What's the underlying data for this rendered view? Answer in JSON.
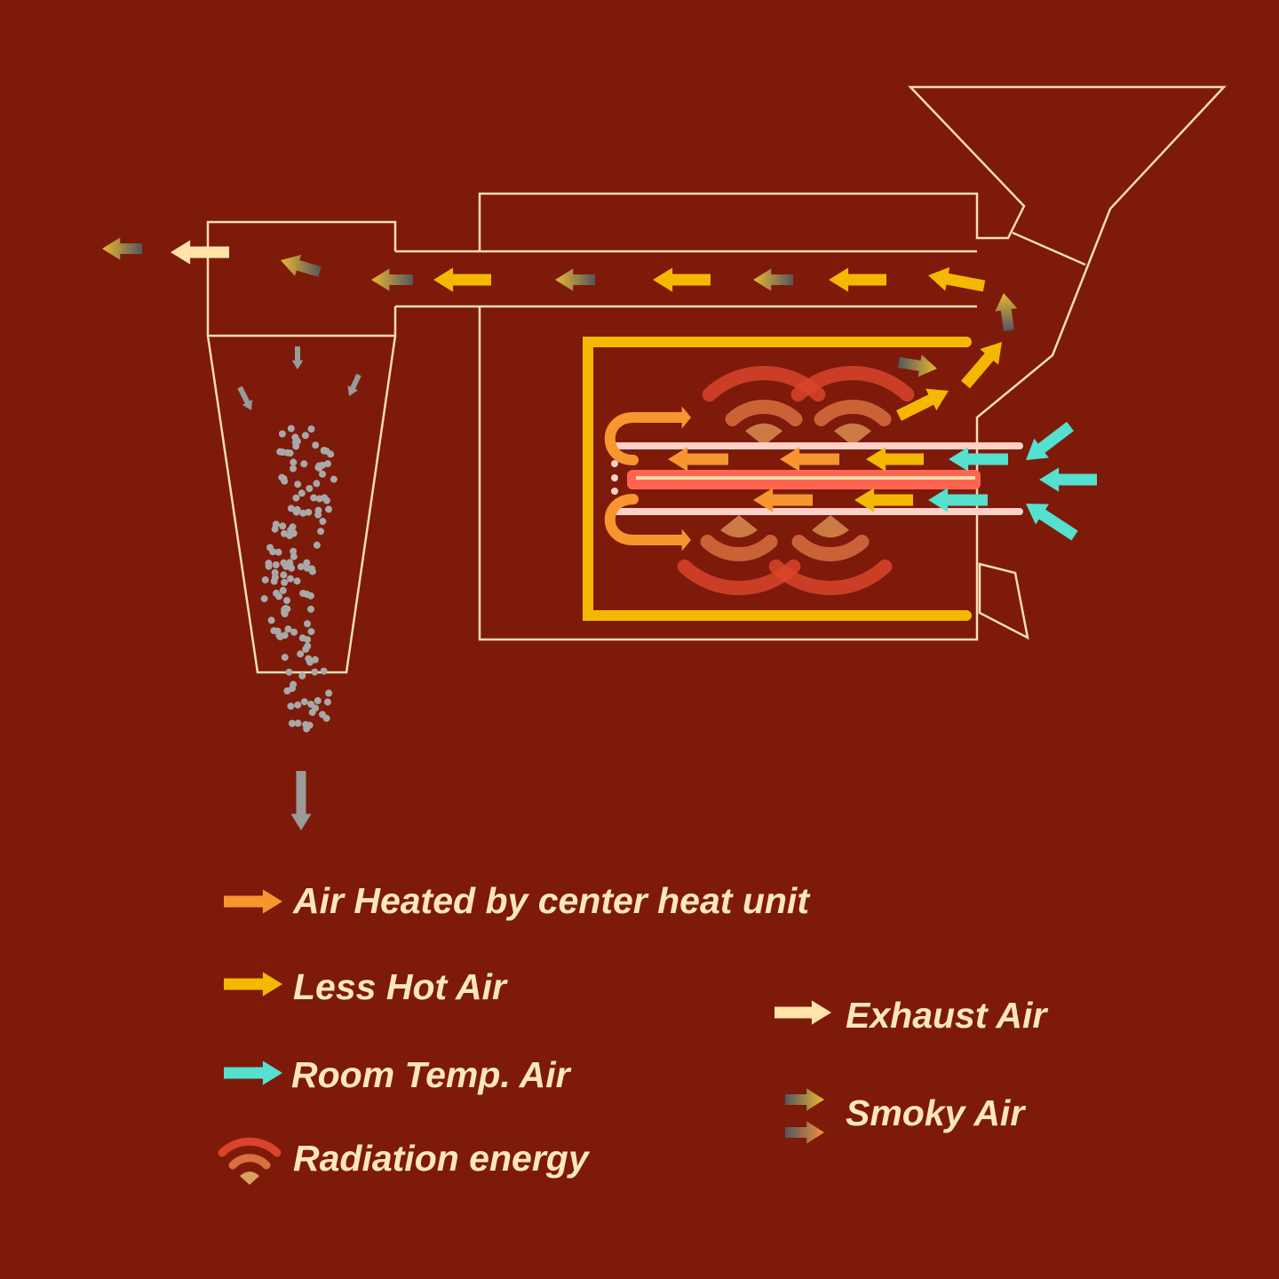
{
  "diagram": {
    "title": "Roaster air flow diagram",
    "colors": {
      "background": "#7D1A0A",
      "outline": "#F8DDB0",
      "heated_air": "#F7952F",
      "less_hot_air": "#F5B800",
      "room_temp_air": "#55E0D0",
      "exhaust_air": "#FFE3A8",
      "smoky_air_start": "#555560",
      "smoky_air_end": "#E8B830",
      "radiation": "#D9442A",
      "text": "#FFE6C0"
    }
  },
  "legend": {
    "heated": "Air Heated by center heat unit",
    "less_hot": "Less Hot Air",
    "room_temp": "Room Temp. Air",
    "radiation": "Radiation energy",
    "exhaust": "Exhaust Air",
    "smoky": "Smoky Air"
  }
}
